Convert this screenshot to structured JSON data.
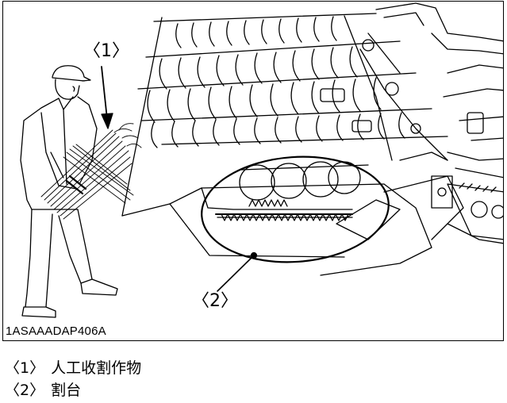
{
  "figure": {
    "callout_1": "〈1〉",
    "callout_2": "〈2〉",
    "figure_code": "1ASAAADAP406A"
  },
  "legend": [
    {
      "number": "〈1〉",
      "text": "人工收割作物"
    },
    {
      "number": "〈2〉",
      "text": "割台"
    }
  ]
}
